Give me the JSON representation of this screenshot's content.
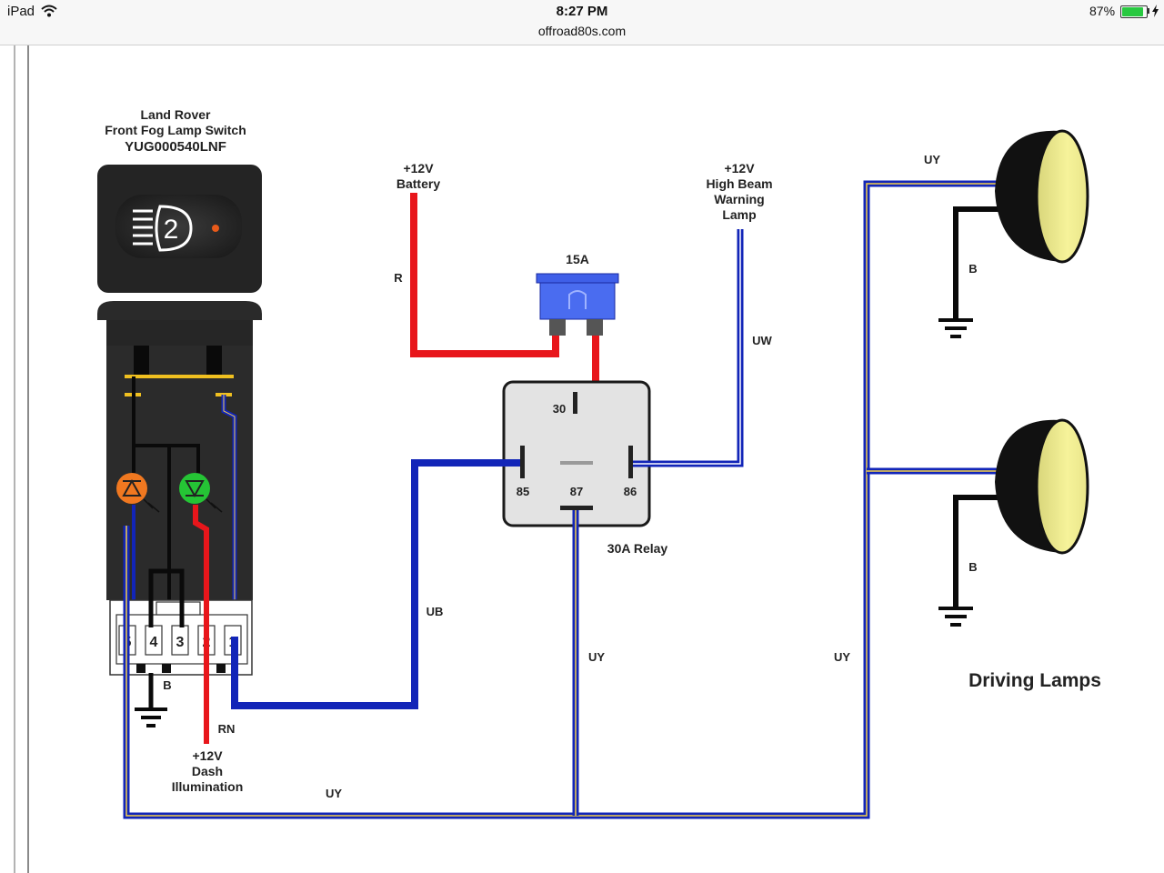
{
  "status_bar": {
    "device": "iPad",
    "time": "8:27 PM",
    "url": "offroad80s.com",
    "battery_percent": "87%",
    "battery_level": 0.87
  },
  "diagram": {
    "switch_title": [
      "Land Rover",
      "Front Fog Lamp Switch",
      "YUG000540LNF"
    ],
    "switch_icon_text": "2",
    "pin_labels": [
      "5",
      "4",
      "3",
      "2",
      "1"
    ],
    "battery_label": [
      "+12V",
      "Battery"
    ],
    "fuse_label": "15A",
    "warning_lamp_label": [
      "+12V",
      "High Beam",
      "Warning",
      "Lamp"
    ],
    "relay_pins": {
      "p30": "30",
      "p85": "85",
      "p87": "87",
      "p86": "86"
    },
    "relay_label": "30A Relay",
    "dash_label": [
      "+12V",
      "Dash",
      "Illumination"
    ],
    "driving_lamps_label": "Driving Lamps",
    "wire_codes": {
      "red": "R",
      "blue_white": "UW",
      "blue_black": "UB",
      "red_black": "RN",
      "black": "B",
      "blue_yellow": "UY"
    },
    "colors": {
      "red_wire": "#e8161b",
      "blue_wire": "#1225b8",
      "yellow_stripe": "#f5d24a",
      "black_wire": "#111111",
      "switch_body": "#2a2a2a",
      "relay_body": "#e3e3e3",
      "fuse_blue": "#3f5fe8",
      "lamp_lens": "#f3f08a",
      "led_orange": "#f07820",
      "led_green": "#25c435"
    }
  }
}
